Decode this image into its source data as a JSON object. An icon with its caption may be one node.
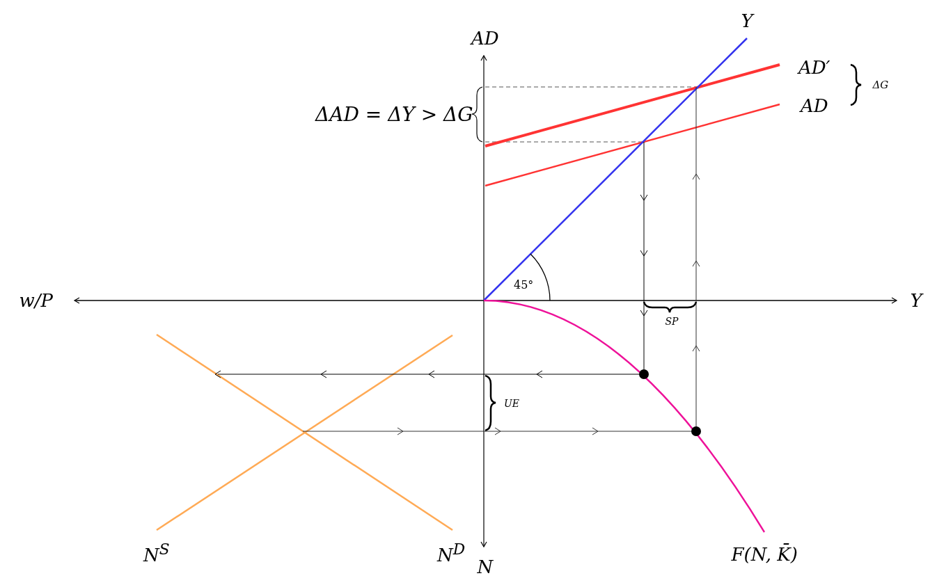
{
  "diagram": {
    "labels": [
      "Y",
      "AD",
      "AD′",
      "ΔG",
      "ΔAD = ΔY > ΔG",
      "AD",
      "45°",
      "w/P",
      "Y",
      "SP",
      "UE",
      "N$^{S}$",
      "N$^{D}$",
      "N",
      "F(N, K̄)"
    ]
  }
}
